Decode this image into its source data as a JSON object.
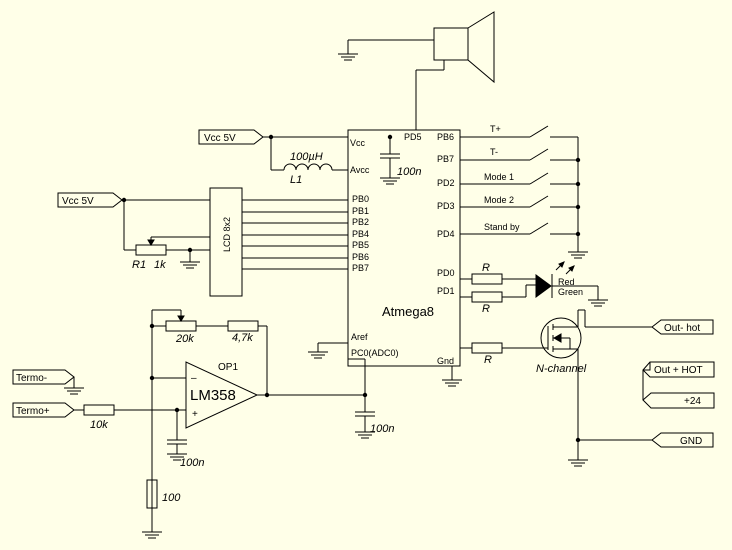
{
  "connectors": {
    "vcc_top": "Vcc 5V",
    "vcc_left": "Vcc 5V",
    "termo_minus": "Termo-",
    "termo_plus": "Termo+",
    "out_hot_minus": "Out- hot",
    "out_hot_plus": "Out + HOT",
    "plus24": "+24",
    "gnd": "GND"
  },
  "mcu": {
    "name": "Atmega8",
    "left_pins": [
      "Vcc",
      "Avcc",
      "PB0",
      "PB1",
      "PB2",
      "PB4",
      "PB5",
      "PB6",
      "PB7",
      "Aref",
      "PC0(ADC0)"
    ],
    "top_pin": "PD5",
    "right_pins": [
      "PB6",
      "PB7",
      "PD2",
      "PD3",
      "PD4",
      "PD0",
      "PD1",
      "Gnd"
    ]
  },
  "switches": [
    "T+",
    "T-",
    "Mode 1",
    "Mode 2",
    "Stand by"
  ],
  "lcd": {
    "name": "LCD 8x2"
  },
  "parts": {
    "inductor_value": "100µH",
    "inductor_ref": "L1",
    "cap_vcc": "100n",
    "cap_adc": "100n",
    "cap_in": "100n",
    "r1_ref": "R1",
    "r1_value": "1k",
    "res_led1": "R",
    "res_led2": "R",
    "res_gate": "R",
    "led_red": "Red",
    "led_green": "Green",
    "mosfet": "N-channel",
    "opamp_ref": "OP1",
    "opamp_name": "LM358",
    "opamp_minus": "–",
    "opamp_plus": "+",
    "pot_20k": "20k",
    "res_4k7": "4,7k",
    "res_10k": "10k",
    "res_100": "100"
  }
}
